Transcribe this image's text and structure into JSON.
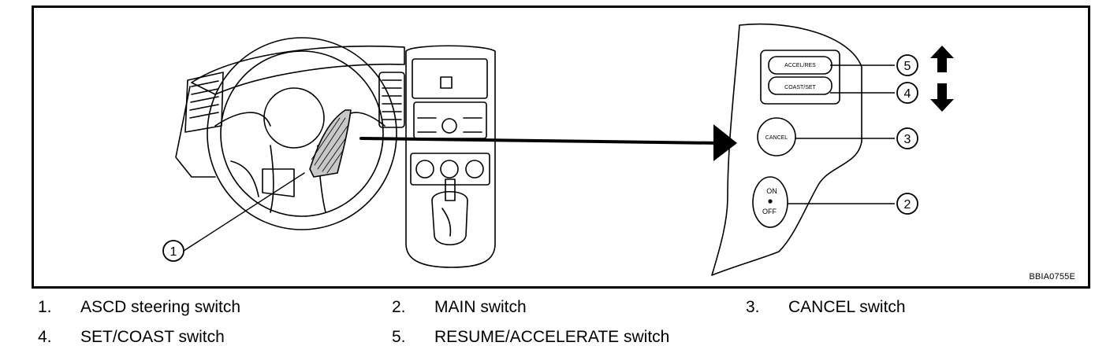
{
  "figure": {
    "id_code": "BBIA0755E",
    "callouts": [
      "1",
      "2",
      "3",
      "4",
      "5"
    ],
    "switch_labels": {
      "accel_res": "ACCEL/RES",
      "coast_set": "COAST/SET",
      "cancel": "CANCEL",
      "on": "ON",
      "off": "OFF"
    }
  },
  "legend": [
    {
      "num": "1.",
      "text": "ASCD steering switch"
    },
    {
      "num": "2.",
      "text": "MAIN switch"
    },
    {
      "num": "3.",
      "text": "CANCEL switch"
    },
    {
      "num": "4.",
      "text": "SET/COAST switch"
    },
    {
      "num": "5.",
      "text": "RESUME/ACCELERATE switch"
    }
  ]
}
